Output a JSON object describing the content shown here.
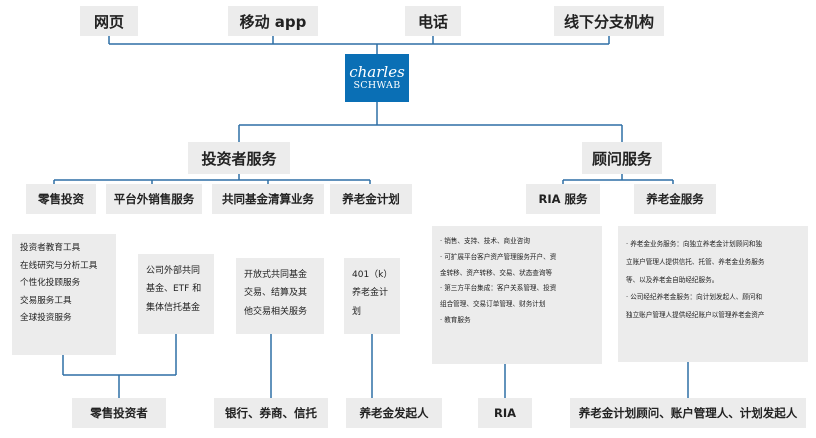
{
  "channels": [
    "网页",
    "移动 app",
    "电话",
    "线下分支机构"
  ],
  "logo": {
    "line1": "charles",
    "line2": "SCHWAB"
  },
  "branches": {
    "investor": "投资者服务",
    "advisor": "顾问服务"
  },
  "investor_services": [
    "零售投资",
    "平台外销售服务",
    "共同基金清算业务",
    "养老金计划"
  ],
  "advisor_services": [
    "RIA 服务",
    "养老金服务"
  ],
  "details": {
    "retail": [
      "投资者教育工具",
      "在线研究与分析工具",
      "个性化投顾服务",
      "交易服务工具",
      "全球投资服务"
    ],
    "offplatform": [
      "公司外部共同",
      "基金、ETF 和",
      "集体信托基金"
    ],
    "fundclearing": [
      "开放式共同基金",
      "交易、结算及其",
      "他交易相关服务"
    ],
    "pension": [
      "401（k）",
      "养老金计",
      "划"
    ],
    "ria": [
      "· 销售、支持、技术、商业咨询",
      "· 可扩展平台客户资产管理服务开户、资",
      "金转移、资产转移、交易、状态查询等",
      "· 第三方平台集成：客户关系管理、投资",
      "组合管理、交易订单管理、财务计划",
      "· 教育服务"
    ],
    "pension_service": [
      "· 养老金业务服务：向独立养老金计划顾问和独",
      "立账户管理人提供信托、托管、养老金业务服务",
      "等、以及养老金自助经纪服务。",
      "· 公司经纪养老金服务：向计划发起人、顾问和",
      "独立账户管理人提供经纪账户以管理养老金资产"
    ]
  },
  "targets": [
    "零售投资者",
    "银行、券商、信托",
    "养老金发起人",
    "RIA",
    "养老金计划顾问、账户管理人、计划发起人"
  ],
  "colors": {
    "connector": "#2e6fa5",
    "box": "#ececec",
    "logo": "#0a6fb5"
  }
}
